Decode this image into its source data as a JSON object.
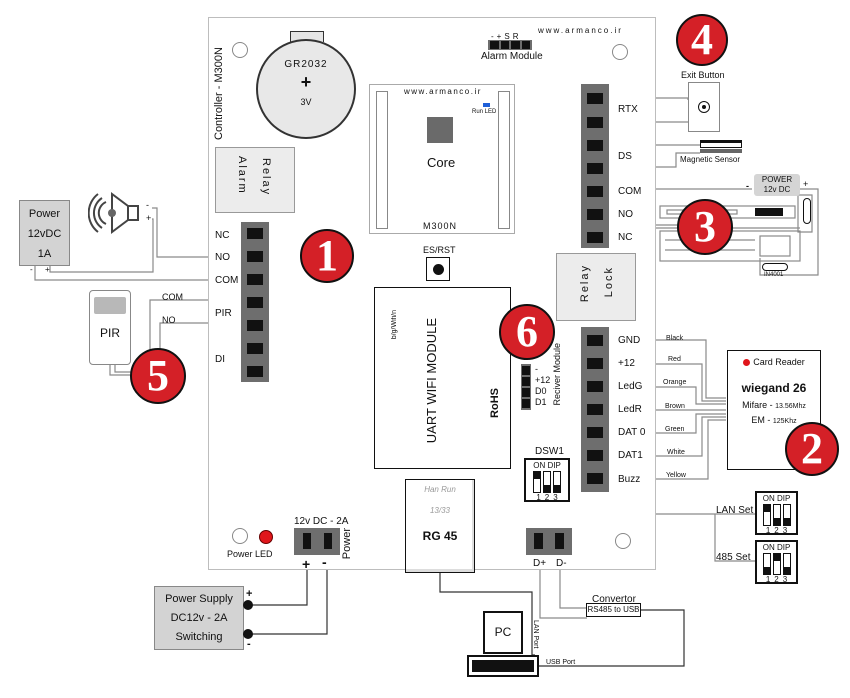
{
  "board": {
    "title": "Controller - M300N",
    "website": "www.armanco.ir",
    "battery": {
      "model": "GR2032",
      "polarity": "+",
      "voltage": "3V"
    },
    "alarm_module": {
      "label": "Alarm Module",
      "pins": [
        "-",
        "+",
        "S",
        "R"
      ]
    },
    "core": {
      "website": "www.armanco.ir",
      "run_led": "Run LED",
      "label": "Core",
      "model": "M300N"
    },
    "relay_alarm": {
      "line1": "Relay",
      "line2": "Alarm"
    },
    "relay_lock": {
      "line1": "Relay",
      "line2": "Lock"
    },
    "left_terminals": [
      "NC",
      "NO",
      "COM",
      "PIR",
      "DI"
    ],
    "right_top_terminals": [
      "RTX",
      "DS",
      "COM",
      "NO",
      "NC"
    ],
    "reader_terminals": [
      "GND",
      "+12",
      "LedG",
      "LedR",
      "DAT 0",
      "DAT1",
      "Buzz"
    ],
    "reset_button": "ES/RST",
    "wifi_module": {
      "title": "UART WIFI MODULE",
      "subtitle": "b/g/Wifi/n",
      "mark": "RoHS"
    },
    "receiver_module": {
      "label": "Reciver Module",
      "pins": [
        "-",
        "+12",
        "D0",
        "D1"
      ]
    },
    "dsw1": {
      "label": "DSW1",
      "header": "ON DIP",
      "numbers": [
        "1",
        "2",
        "3"
      ],
      "on": [
        true,
        false,
        false
      ]
    },
    "rj45": {
      "brand": "Han Run",
      "code": "13/33",
      "label": "RG 45"
    },
    "rs485": {
      "pins": [
        "D+",
        "D-"
      ]
    },
    "power_led": "Power LED",
    "power_input": {
      "rating": "12v DC - 2A",
      "label": "Power",
      "plus": "+",
      "minus": "-"
    }
  },
  "external": {
    "power_alarm": {
      "line1": "Power",
      "line2": "12vDC",
      "line3": "1A",
      "minus": "-",
      "plus": "+"
    },
    "siren": {
      "minus": "-",
      "plus": "+"
    },
    "pir": {
      "label": "PIR",
      "com": "COM",
      "no": "NO"
    },
    "exit_button": "Exit Button",
    "magnetic_sensor": "Magnetic Sensor",
    "lock_power": {
      "line1": "POWER",
      "line2": "12v DC",
      "minus": "-",
      "plus": "+"
    },
    "diode": "IN4001",
    "card_reader": {
      "title": "Card Reader",
      "protocol": "wiegand 26",
      "mifare": "Mifare - ",
      "mifare_freq": "13.56Mhz",
      "em": "EM - ",
      "em_freq": "125Khz"
    },
    "wire_colors": [
      "Black",
      "Red",
      "Orange",
      "Brown",
      "Green",
      "White",
      "Yellow"
    ],
    "lan_set": {
      "label": "LAN Set",
      "header": "ON DIP",
      "numbers": [
        "1",
        "2",
        "3"
      ],
      "on": [
        true,
        false,
        false
      ]
    },
    "rs485_set": {
      "label": "485 Set",
      "header": "ON DIP",
      "numbers": [
        "1",
        "2",
        "3"
      ],
      "on": [
        false,
        true,
        false
      ]
    },
    "power_supply": {
      "line1": "Power Supply",
      "line2": "DC12v - 2A",
      "line3": "Switching",
      "plus": "+",
      "minus": "-"
    },
    "converter": {
      "title": "Convertor",
      "label": "RS485 to USB"
    },
    "pc": {
      "label": "PC",
      "lan_port": "LAN Port",
      "usb_port": "USB Port"
    }
  },
  "badges": [
    "1",
    "2",
    "3",
    "4",
    "5",
    "6"
  ],
  "colors": {
    "badge": "#d42027",
    "terminal": "#6e6e6e",
    "relay_box": "#ececec",
    "run_led": "#1e5fd8",
    "power_led": "#e0161b"
  }
}
